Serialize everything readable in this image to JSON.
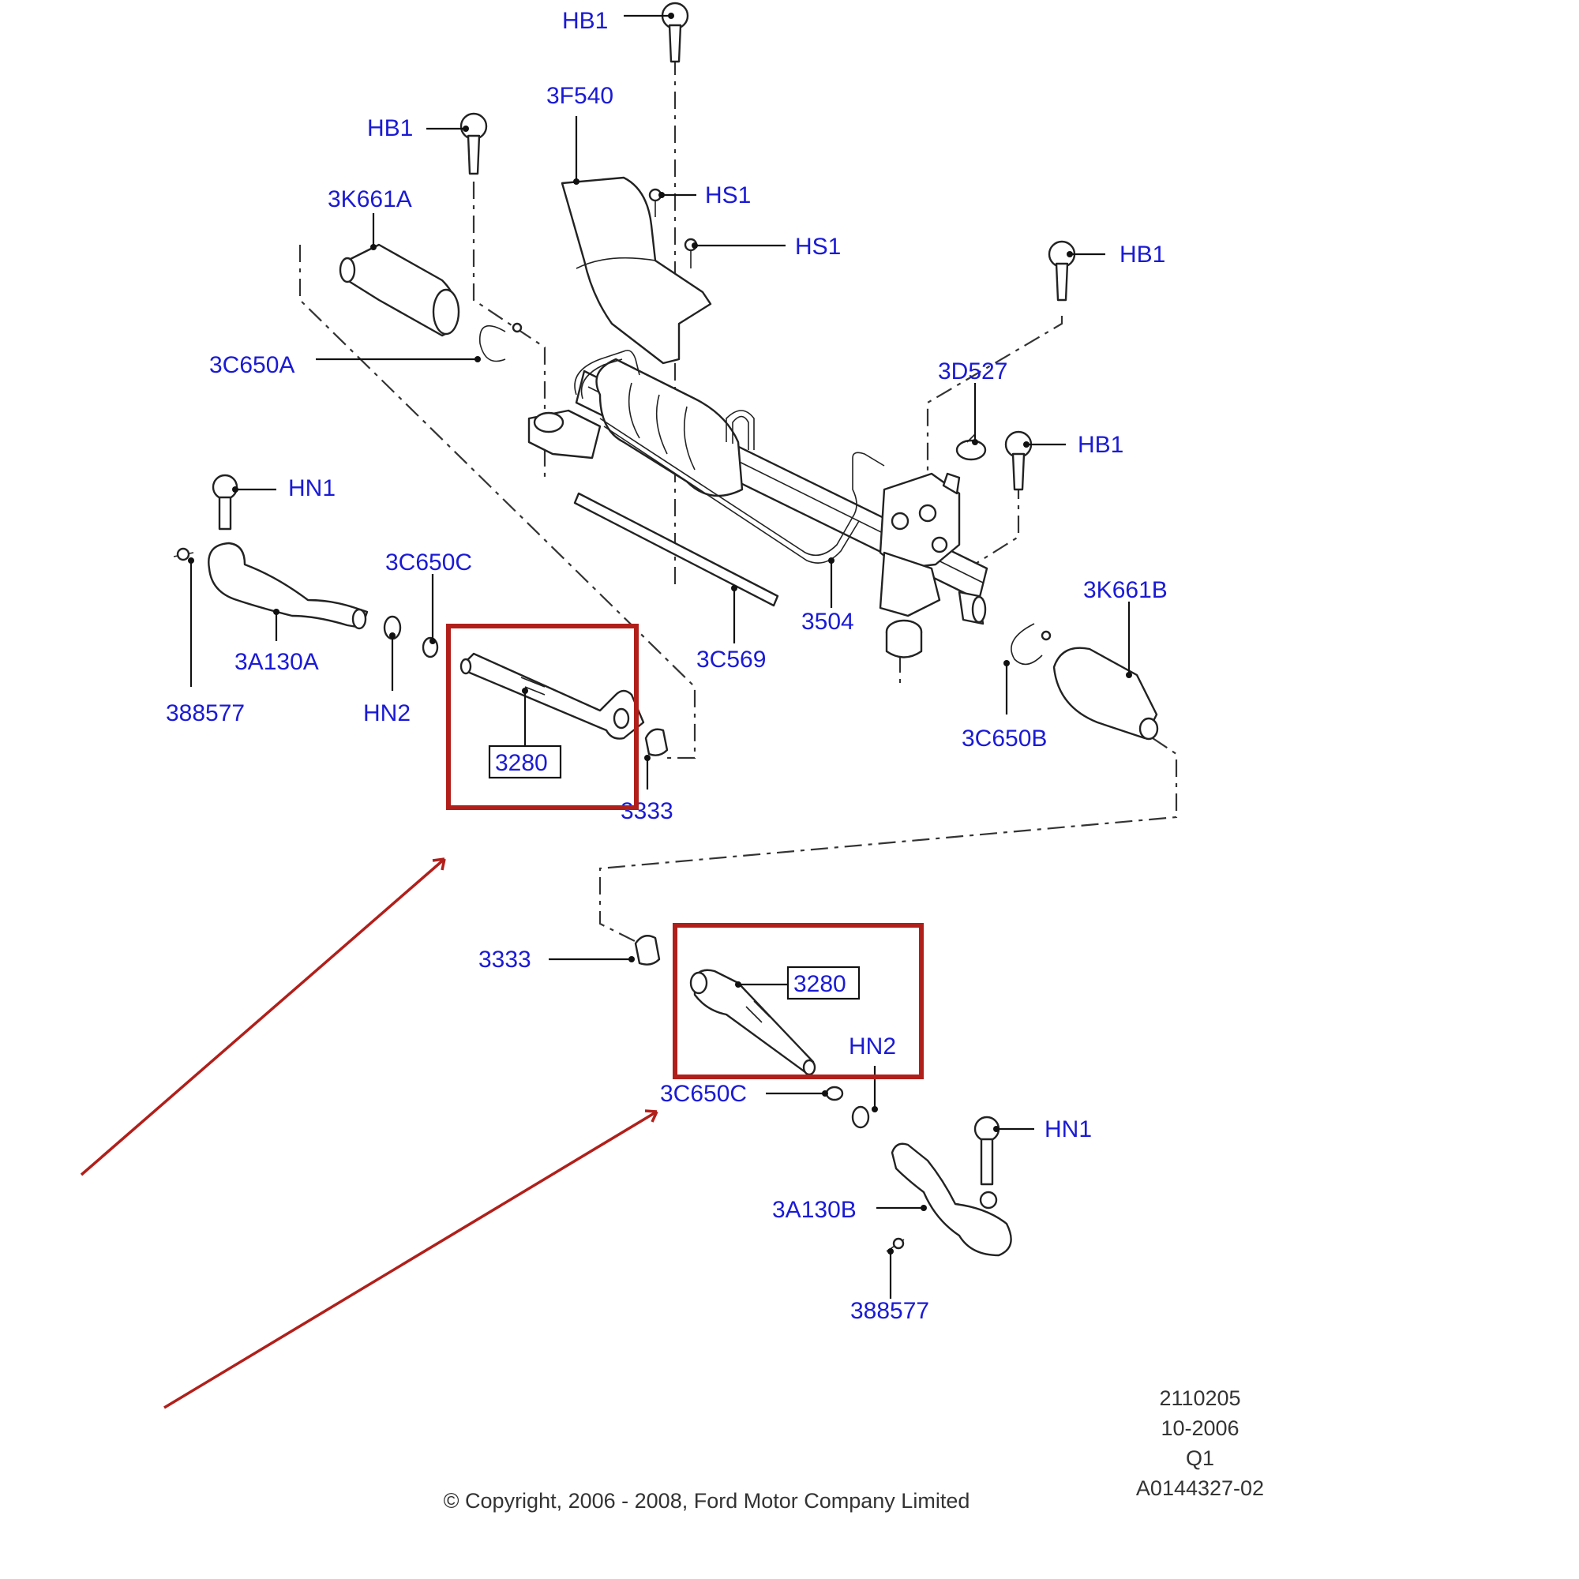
{
  "callouts": {
    "hb1_top": "HB1",
    "f540": "3F540",
    "hb1_left": "HB1",
    "k661a": "3K661A",
    "hs1_a": "HS1",
    "hs1_b": "HS1",
    "hb1_right": "HB1",
    "c650a": "3C650A",
    "d527": "3D527",
    "hb1_mid": "HB1",
    "hn1_left": "HN1",
    "c650c_top": "3C650C",
    "k661b": "3K661B",
    "p3504": "3504",
    "a130a": "3A130A",
    "c569": "3C569",
    "p388577_left": "388577",
    "hn2_left": "HN2",
    "p3280_top": "3280",
    "c650b": "3C650B",
    "p3333_top": "3333",
    "p3333_bottom": "3333",
    "p3280_bottom": "3280",
    "hn2_right": "HN2",
    "c650c_bottom": "3C650C",
    "hn1_right": "HN1",
    "a130b": "3A130B",
    "p388577_right": "388577"
  },
  "footer": {
    "code": "2110205",
    "date": "10-2006",
    "quarter": "Q1",
    "ref": "A0144327-02",
    "copyright": "© Copyright, 2006 - 2008, Ford Motor Company Limited"
  },
  "colors": {
    "callout": "#1a1ad6",
    "highlight": "#b11f1a",
    "line": "#222222"
  }
}
